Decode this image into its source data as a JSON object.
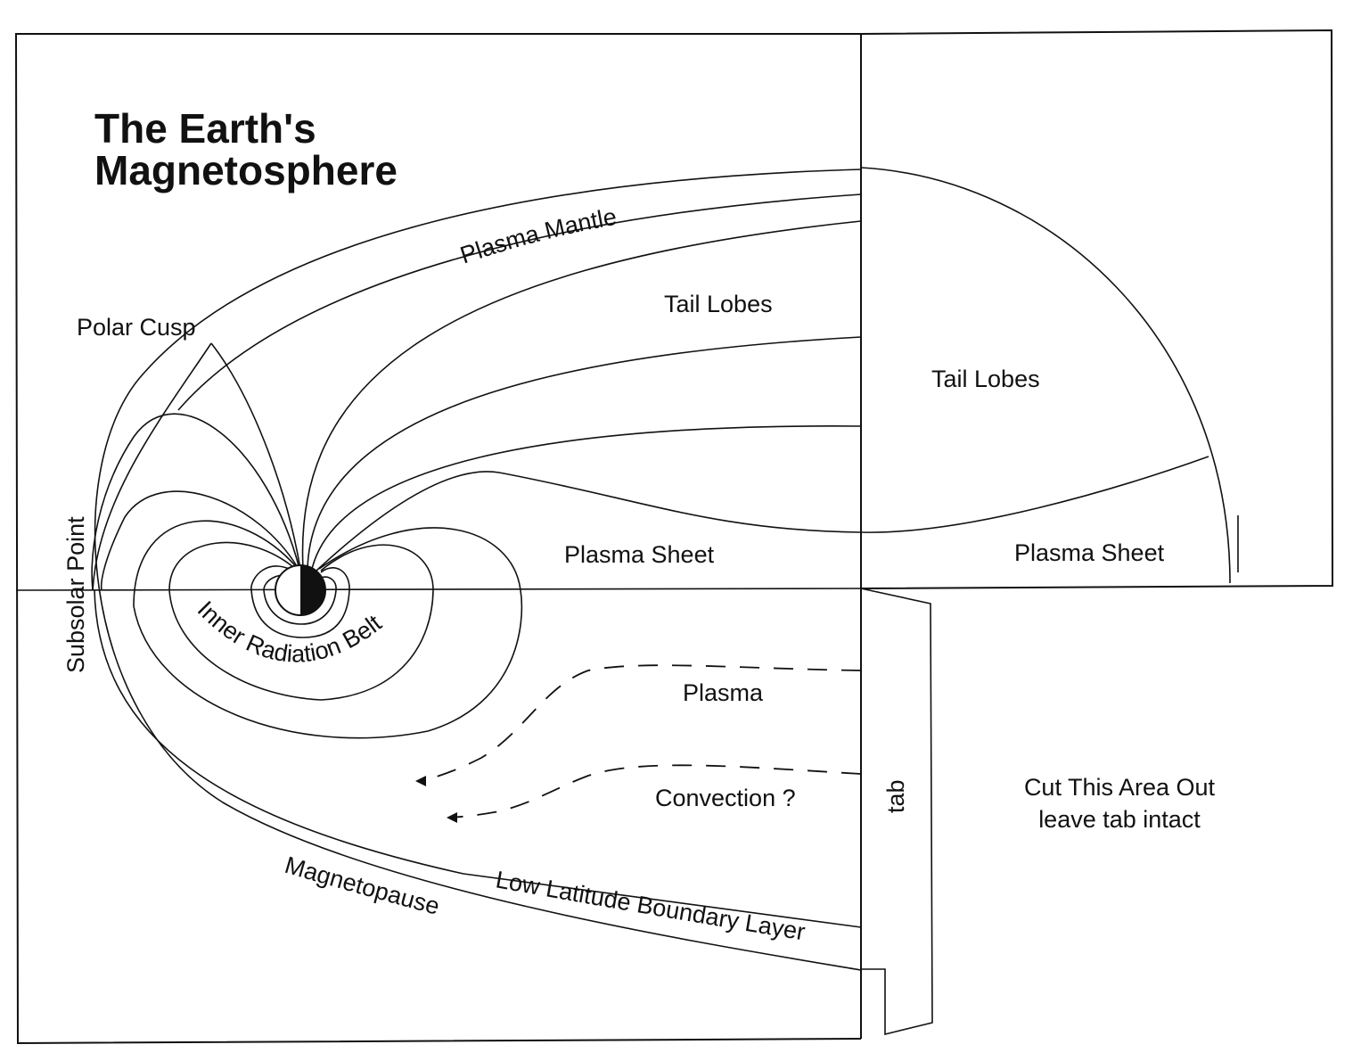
{
  "title": {
    "line1": "The Earth's",
    "line2": "Magnetosphere"
  },
  "labels": {
    "plasma_mantle": "Plasma Mantle",
    "polar_cusp": "Polar Cusp",
    "tail_lobes_left": "Tail Lobes",
    "tail_lobes_right": "Tail Lobes",
    "plasma_sheet_left": "Plasma Sheet",
    "plasma_sheet_right": "Plasma Sheet",
    "subsolar_point": "Subsolar Point",
    "inner_radiation_belt": "Inner Radiation Belt",
    "plasma": "Plasma",
    "convection": "Convection ?",
    "tab": "tab",
    "cut_line1": "Cut This Area Out",
    "cut_line2": "leave tab intact",
    "magnetopause": "Magnetopause",
    "llbl": "Low Latitude Boundary Layer"
  },
  "colors": {
    "ink": "#111111",
    "paper": "#ffffff"
  }
}
